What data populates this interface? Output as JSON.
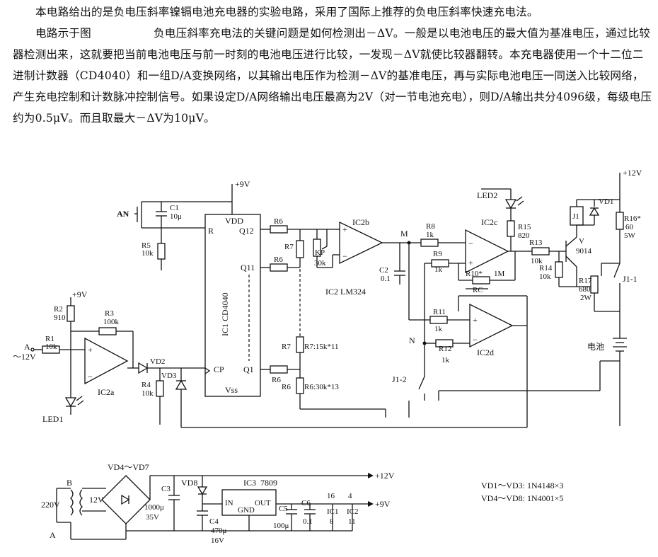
{
  "text": {
    "para1": "本电路给出的是负电压斜率镍镉电池充电器的实验电路，采用了国际上推荐的负电压斜率快速充电法。",
    "para2_a": "电路示于图",
    "para2_b": "负电压斜率充电法的关键问题是如何检测出－ΔV。一般是以电池电压的最大值为基准电压，通过比较器检测出来，这就要把当前电池电压与前一时刻的电池电压进行比较，一发现－ΔV就使比较器翻转。本充电器使用一个十二位二进制计数器（CD4040）和一组D/A变换网络，以其输出电压作为检测－ΔV的基准电压，再与实际电池电压一同送入比较网络，产生充电控制和计数脉冲控制信号。如果设定D/A网络输出电压最高为2V（对一节电池充电），则D/A输出共分4096级，每级电压约为0.5μV。而且取最大－ΔV为10μV。"
  },
  "schematic": {
    "supply_9v": "+9V",
    "supply_12v": "+12V",
    "an": "AN",
    "c1": "C1",
    "c1_val": "10μ",
    "r5": "R5",
    "r5_val": "10k",
    "pin_r": "R",
    "pin_vdd": "VDD",
    "pin_q12": "Q12",
    "pin_q11": "Q11",
    "pin_q1": "Q1",
    "pin_cp": "CP",
    "pin_vss": "Vss",
    "ic1": "IC1 CD4040",
    "r6": "R6",
    "r7": "R7",
    "kp": "KP",
    "kp_val": "30k",
    "r7_note": "R7:15k*11",
    "r6_note": "R6:30k*13",
    "ic2b": "IC2b",
    "ic2": "IC2 LM324",
    "c2": "C2",
    "c2_val": "0.1",
    "node_m": "M",
    "node_n": "N",
    "r8": "R8",
    "r8_val": "1k",
    "r9": "R9",
    "r9_val": "1k",
    "r10": "R10*",
    "r10_val": "1M",
    "r11": "R11",
    "r11_val": "1k",
    "r12": "R12",
    "r12_val": "1k",
    "ic2c": "IC2c",
    "ic2d": "IC2d",
    "led2": "LED2",
    "r15": "R15",
    "r15_val": "820",
    "r13": "R13",
    "r13_val": "10k",
    "r14": "R14",
    "r14_val": "10k",
    "v_label": "V",
    "v_val": "9014",
    "r17": "R17",
    "r17_val": "680",
    "r17_w": "2W",
    "r16": "R16*",
    "r16_val": "60",
    "r16_w": "5W",
    "j1": "J1",
    "vd1": "VD1",
    "j1_1": "J1-1",
    "j1_2": "J1-2",
    "battery": "电池",
    "r2": "R2",
    "r2_val": "910",
    "r3": "R3",
    "r3_val": "100k",
    "r1": "R1",
    "r1_val": "10k",
    "a_in": "A",
    "a_val": "～12V",
    "ic2a": "IC2a",
    "led1": "LED1",
    "vd2": "VD2",
    "vd3": "VD3",
    "r4": "R4",
    "r4_val": "10k",
    "b": "B",
    "v220": "220V",
    "v12": "12V",
    "vd4_7": "VD4～VD7",
    "a_bottom": "A",
    "c3": "C3",
    "c3_val1": "1000μ",
    "c3_val2": "35V",
    "vd8": "VD8",
    "c4": "C4",
    "c4_val1": "470μ",
    "c4_val2": "16V",
    "ic3": "IC3",
    "ic3_val": "7809",
    "in": "IN",
    "gnd": "GND",
    "out": "OUT",
    "c5": "C5",
    "c5_val": "100μ",
    "c6": "C6",
    "c6_val": "0.1",
    "ic1_pins": "16",
    "ic1_pins2": "8",
    "ic2_pins": "4",
    "ic2_pins2": "11",
    "ic1_short": "IC1",
    "ic2_short": "IC2",
    "out_12v": "+12V",
    "out_9v": "+9V",
    "note1": "VD1～VD3:  1N4148×3",
    "note2": "VD4～VD8:  1N4001×5"
  }
}
